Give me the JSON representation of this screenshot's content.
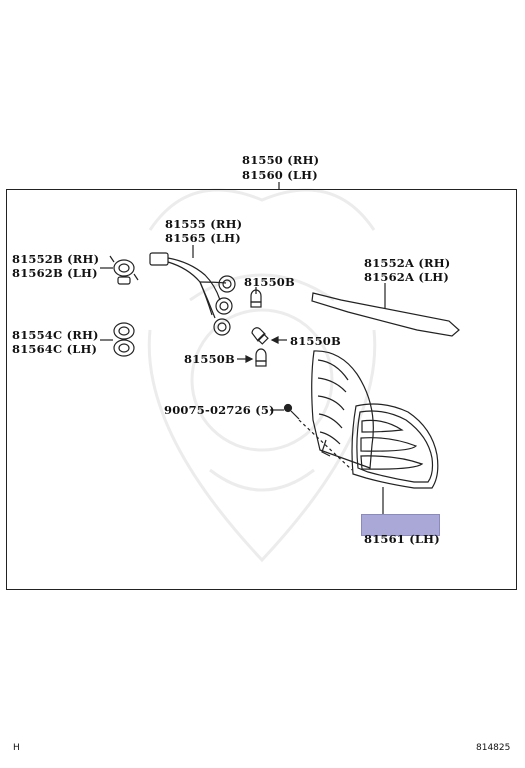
{
  "assembly": {
    "rh": "81550 (RH)",
    "lh": "81560 (LH)"
  },
  "parts": {
    "socket_wire": {
      "rh": "81555 (RH)",
      "lh": "81565 (LH)"
    },
    "socket_single": {
      "rh": "81552B (RH)",
      "lh": "81562B (LH)"
    },
    "socket_double": {
      "rh": "81554C (RH)",
      "lh": "81564C (LH)"
    },
    "gasket": {
      "rh": "81552A (RH)",
      "lh": "81562A (LH)"
    },
    "bulb_top": "81550B",
    "bulb_mid": "81550B",
    "bulb_low": "81550B",
    "screw": "90075-02726 (5)",
    "lens_lh": "81561 (LH)"
  },
  "footer": {
    "left": "H",
    "right": "814825"
  },
  "colors": {
    "highlight": "#a9a8d6",
    "line": "#222222"
  }
}
